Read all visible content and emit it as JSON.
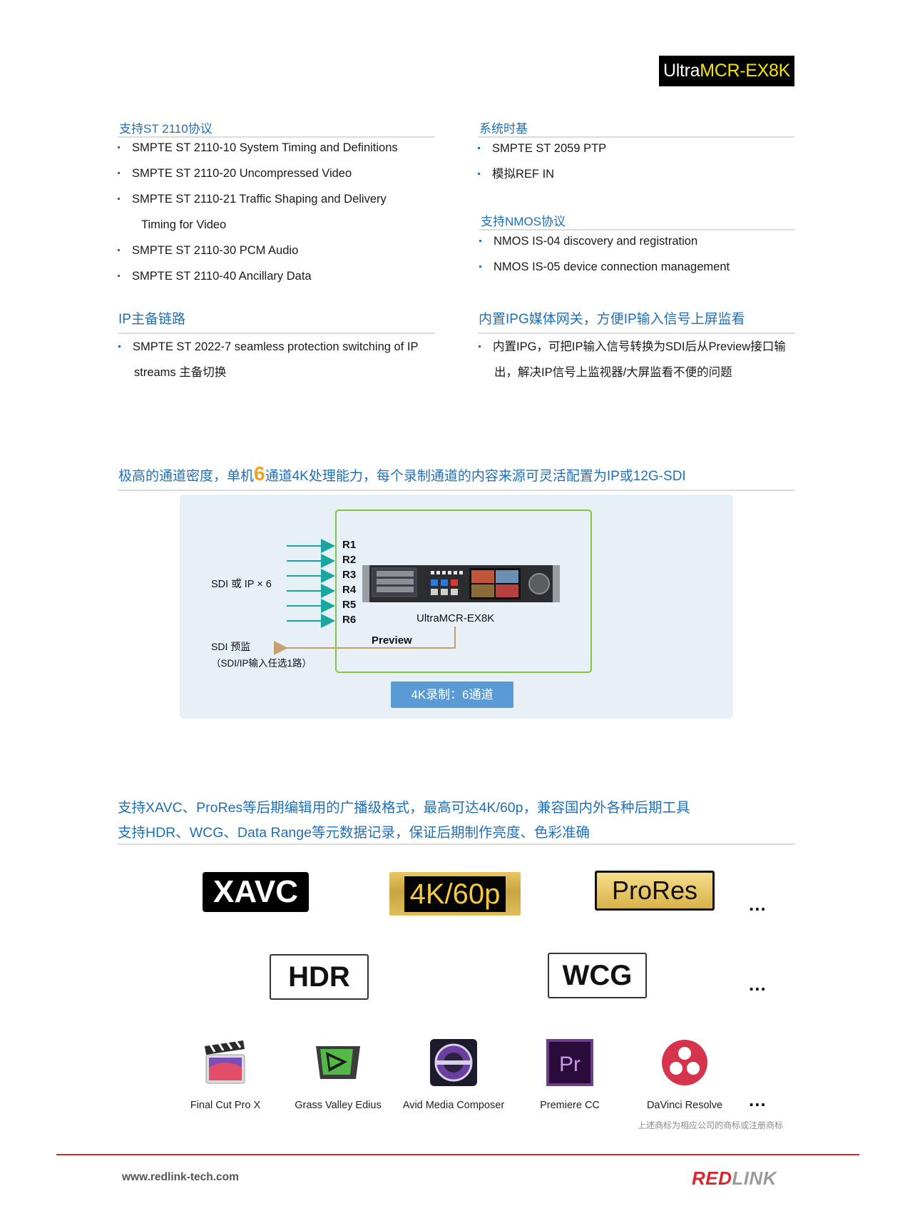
{
  "product_badge": {
    "prefix": "Ultra",
    "highlight": "MCR-EX8K"
  },
  "sections": {
    "st2110": {
      "title": "支持ST 2110协议",
      "items": [
        "SMPTE ST 2110-10 System Timing and Definitions",
        "SMPTE ST 2110-20 Uncompressed Video",
        "SMPTE ST 2110-21 Traffic Shaping and Delivery",
        "Timing for Video",
        "SMPTE ST 2110-30 PCM Audio",
        "SMPTE ST 2110-40 Ancillary Data"
      ]
    },
    "timing": {
      "title": "系统时基",
      "items": [
        "SMPTE ST 2059 PTP",
        "模拟REF IN"
      ]
    },
    "nmos": {
      "title": "支持NMOS协议",
      "items": [
        "NMOS IS-04 discovery and registration",
        "NMOS IS-05 device connection management"
      ]
    },
    "ip_redundancy": {
      "title": "IP主备链路",
      "items": [
        "SMPTE ST 2022-7 seamless protection switching of IP",
        "streams 主备切换"
      ]
    },
    "ipg": {
      "title": "内置IPG媒体网关，方便IP输入信号上屏监看",
      "items": [
        "内置IPG，可把IP输入信号转换为SDI后从Preview接口输",
        "出，解决IP信号上监视器/大屏监看不便的问题"
      ]
    },
    "channels": {
      "title_prefix": "极高的通道密度，单机",
      "title_number": "6",
      "title_suffix": "通道4K处理能力，每个录制通道的内容来源可灵活配置为IP或12G-SDI"
    },
    "formats": {
      "line1": "支持XAVC、ProRes等后期编辑用的广播级格式，最高可达4K/60p，兼容国内外各种后期工具",
      "line2": "支持HDR、WCG、Data Range等元数据记录，保证后期制作亮度、色彩准确"
    }
  },
  "diagram": {
    "inputs_label": "SDI 或  IP × 6",
    "inputs": [
      "R1",
      "R2",
      "R3",
      "R4",
      "R5",
      "R6"
    ],
    "device_name": "UltraMCR-EX8K",
    "preview_label": "Preview",
    "monitor_label": "SDI 预监",
    "monitor_sub": "（SDI/IP输入任选1路）",
    "record_chip": "4K录制：6通道"
  },
  "format_badges": {
    "xavc": "XAVC",
    "res": "4K/60p",
    "prores": "ProRes",
    "hdr": "HDR",
    "wcg": "WCG",
    "more": "..."
  },
  "software": [
    {
      "name": "Final Cut Pro X",
      "icon": "final-cut-pro-icon"
    },
    {
      "name": "Grass Valley Edius",
      "icon": "edius-icon"
    },
    {
      "name": "Avid Media Composer",
      "icon": "avid-icon"
    },
    {
      "name": "Premiere CC",
      "icon": "premiere-icon",
      "glyph": "Pr"
    },
    {
      "name": "DaVinci Resolve",
      "icon": "davinci-icon"
    }
  ],
  "trademark_note": "上述商标为相应公司的商标或注册商标",
  "footer": {
    "url": "www.redlink-tech.com",
    "logo_red": "RED",
    "logo_grey": "LINK"
  },
  "colors": {
    "accent_blue": "#1f6fb8",
    "brand_red": "#d8262c",
    "diagram_green": "#7fc63c",
    "arrow_teal": "#1aa6a0",
    "preview_arrow": "#c8a070"
  }
}
